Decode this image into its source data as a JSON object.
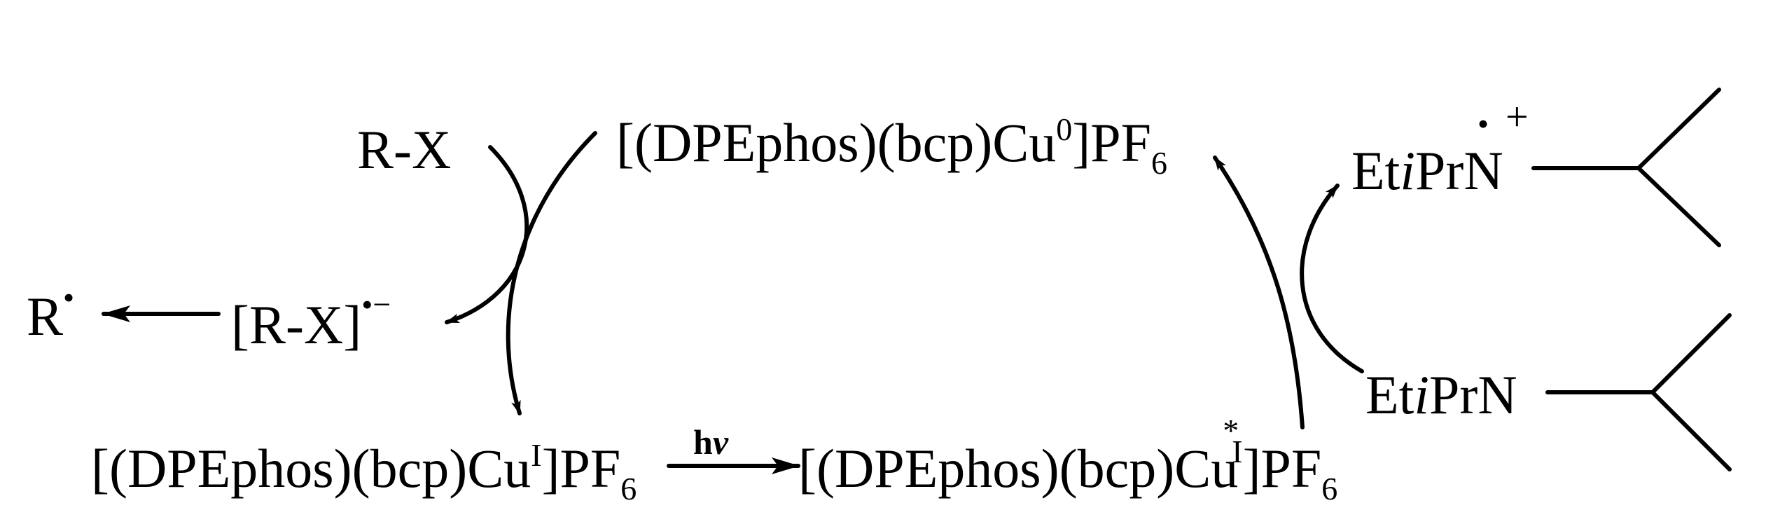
{
  "species": {
    "r_x": "R-X",
    "cu0": {
      "base": "[(DPEphos)(bcp)Cu",
      "ox": "0",
      "anion": "]PF",
      "anion_sub": "6"
    },
    "r_radical": {
      "base": "R",
      "mark": "•"
    },
    "r_x_radical_anion": {
      "base": "[R-X]",
      "mark": "•",
      "charge": "−"
    },
    "cu1": {
      "base": "[(DPEphos)(bcp)Cu",
      "ox": "I",
      "anion": "]PF",
      "anion_sub": "6"
    },
    "cu1_excited": {
      "base": "[(DPEphos)(bcp)Cu",
      "star": "*",
      "ox": "I",
      "anion": "]PF",
      "anion_sub": "6"
    },
    "amine_radical_cation": {
      "et": "Et",
      "i": "i",
      "prn": "PrN",
      "mark": "•",
      "charge": "+"
    },
    "amine": {
      "et": "Et",
      "i": "i",
      "prn": "PrN"
    }
  },
  "conditions": {
    "hv": {
      "h": "h",
      "nu": "ν"
    }
  }
}
